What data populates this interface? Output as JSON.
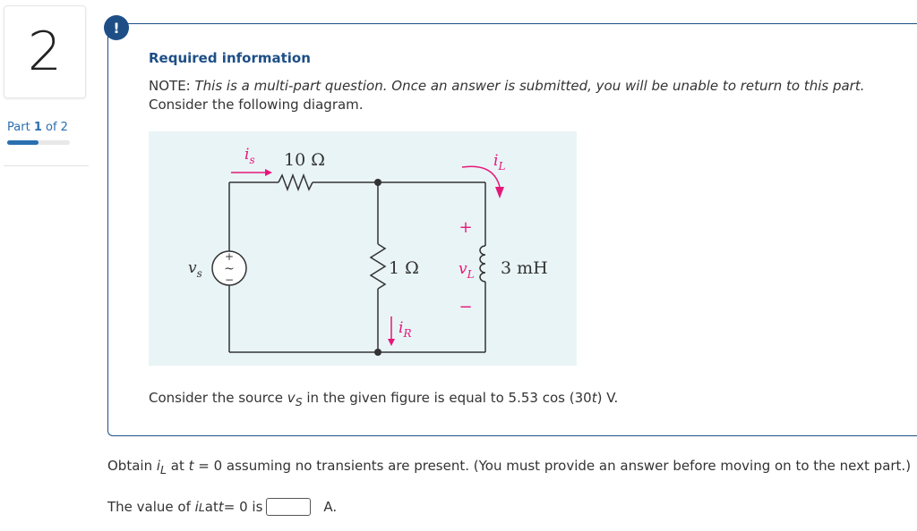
{
  "question": {
    "number": "2"
  },
  "part": {
    "prefix": "Part",
    "current": "1",
    "of_text": "of",
    "total": "2",
    "progress": 0.5
  },
  "alert": {
    "symbol": "!"
  },
  "info": {
    "title": "Required information",
    "note_label": "NOTE:",
    "note_text": "This is a multi-part question. Once an answer is submitted, you will be unable to return to this part.",
    "consider": "Consider the following diagram."
  },
  "diagram": {
    "r1": "10 Ω",
    "r2": "1 Ω",
    "inductor": "3 mH",
    "is": "i",
    "is_sub": "s",
    "iL": "i",
    "iL_sub": "L",
    "iR": "i",
    "iR_sub": "R",
    "vs": "v",
    "vs_sub": "s",
    "vL": "v",
    "vL_sub": "L",
    "plus": "+",
    "minus": "−"
  },
  "source_text": {
    "pre": "Consider the source ",
    "var": "v",
    "sub": "S",
    "post1": " in the given figure is equal to 5.53 cos (30",
    "t": "t",
    "post2": ") V."
  },
  "prompt": {
    "pre": "Obtain ",
    "var": "i",
    "sub": "L",
    "mid": " at ",
    "t": "t",
    "post": " = 0 assuming no transients are present. (You must provide an answer before moving on to the next part.)"
  },
  "answer": {
    "pre": "The value of ",
    "var": "i",
    "sub": "L",
    "mid": " at ",
    "t": "t",
    "post": " = 0 is",
    "value": "",
    "unit": "A."
  },
  "colors": {
    "accent": "#1d4f86",
    "magenta": "#e6177a",
    "diagram_bg": "#e9f4f6"
  }
}
